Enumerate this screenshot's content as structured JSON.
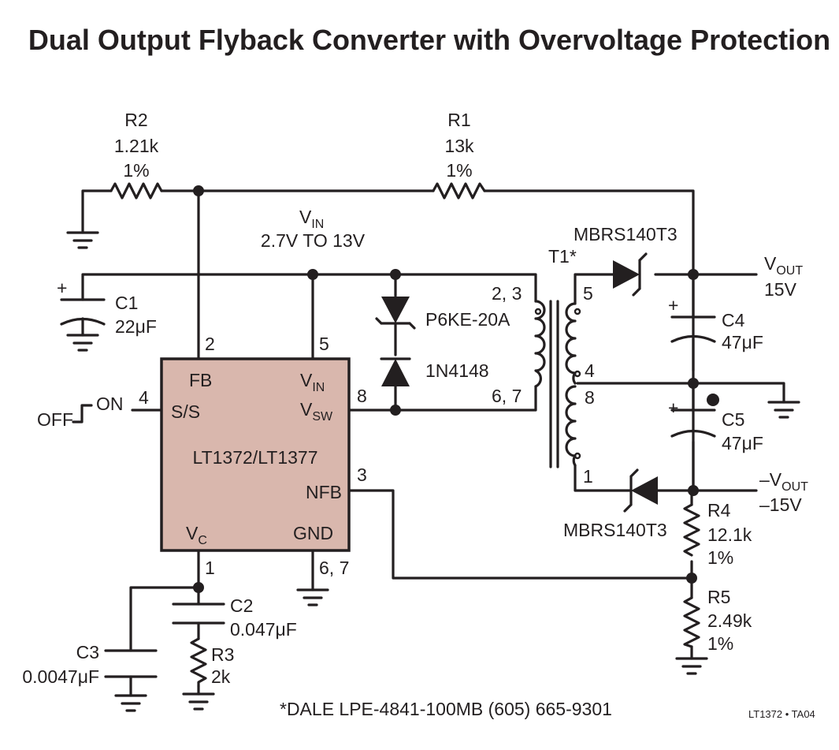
{
  "title": "Dual Output Flyback Converter with Overvoltage Protection",
  "colors": {
    "ic_fill": "#d9b7ad",
    "ink": "#231f20",
    "background": "#ffffff"
  },
  "ic": {
    "part": "LT1372/LT1377",
    "pins": {
      "fb": "FB",
      "fb_num": "2",
      "vin": "V",
      "vin_sub": "IN",
      "vin_num": "5",
      "vsw": "V",
      "vsw_sub": "SW",
      "vsw_num": "8",
      "ss": "S/S",
      "ss_num": "4",
      "nfb": "NFB",
      "nfb_num": "3",
      "vc": "V",
      "vc_sub": "C",
      "vc_num": "1",
      "gnd": "GND",
      "gnd_num": "6, 7"
    }
  },
  "supply": {
    "name": "V",
    "sub": "IN",
    "range": "2.7V TO 13V"
  },
  "switch": {
    "off": "OFF",
    "on": "ON"
  },
  "components": {
    "r1": {
      "name": "R1",
      "value": "13k",
      "tol": "1%"
    },
    "r2": {
      "name": "R2",
      "value": "1.21k",
      "tol": "1%"
    },
    "r3": {
      "name": "R3",
      "value": "2k"
    },
    "r4": {
      "name": "R4",
      "value": "12.1k",
      "tol": "1%"
    },
    "r5": {
      "name": "R5",
      "value": "2.49k",
      "tol": "1%"
    },
    "c1": {
      "name": "C1",
      "value": "22μF"
    },
    "c2": {
      "name": "C2",
      "value": "0.047μF"
    },
    "c3": {
      "name": "C3",
      "value": "0.0047μF"
    },
    "c4": {
      "name": "C4",
      "value": "47μF"
    },
    "c5": {
      "name": "C5",
      "value": "47μF"
    },
    "d_tvs": "P6KE-20A",
    "d_sig": "1N4148",
    "d_pos": "MBRS140T3",
    "d_neg": "MBRS140T3",
    "t1": "T1*",
    "t1_pins": {
      "p23": "2, 3",
      "p67": "6, 7",
      "p5": "5",
      "p4": "4",
      "p8": "8",
      "p1": "1"
    }
  },
  "outputs": {
    "pos": {
      "name": "V",
      "sub": "OUT",
      "value": "15V"
    },
    "neg": {
      "name": "–V",
      "sub": "OUT",
      "value": "–15V"
    }
  },
  "plus_sign": "+",
  "footnote": "*DALE LPE-4841-100MB (605) 665-9301",
  "figure_id": "LT1372 • TA04"
}
